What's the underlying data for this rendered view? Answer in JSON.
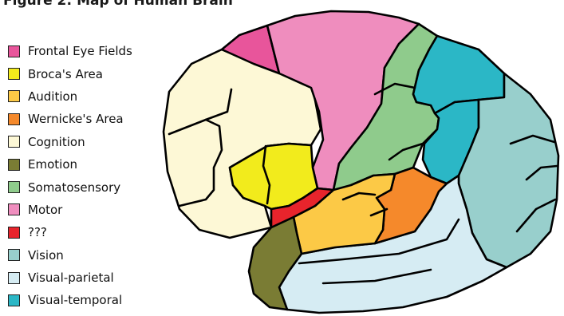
{
  "figure": {
    "title": "Figure 2: Map of Human Brain"
  },
  "legend": [
    {
      "label": "Frontal Eye Fields",
      "color": "#e8559b",
      "icon": "swatch-square"
    },
    {
      "label": "Broca's Area",
      "color": "#f2eb1c",
      "icon": "swatch-square"
    },
    {
      "label": "Audition",
      "color": "#fcc946",
      "icon": "swatch-square"
    },
    {
      "label": "Wernicke's Area",
      "color": "#f5892b",
      "icon": "swatch-square"
    },
    {
      "label": "Cognition",
      "color": "#fdf8d6",
      "icon": "swatch-square"
    },
    {
      "label": "Emotion",
      "color": "#7a7c34",
      "icon": "swatch-square"
    },
    {
      "label": "Somatosensory",
      "color": "#8fcb8c",
      "icon": "swatch-square"
    },
    {
      "label": "Motor",
      "color": "#ef8dbe",
      "icon": "swatch-square"
    },
    {
      "label": "???",
      "color": "#e7242c",
      "icon": "swatch-square"
    },
    {
      "label": "Vision",
      "color": "#98cfcc",
      "icon": "swatch-square"
    },
    {
      "label": "Visual-parietal",
      "color": "#d6ecf3",
      "icon": "swatch-square"
    },
    {
      "label": "Visual-temporal",
      "color": "#2bb7c6",
      "icon": "swatch-square"
    }
  ]
}
